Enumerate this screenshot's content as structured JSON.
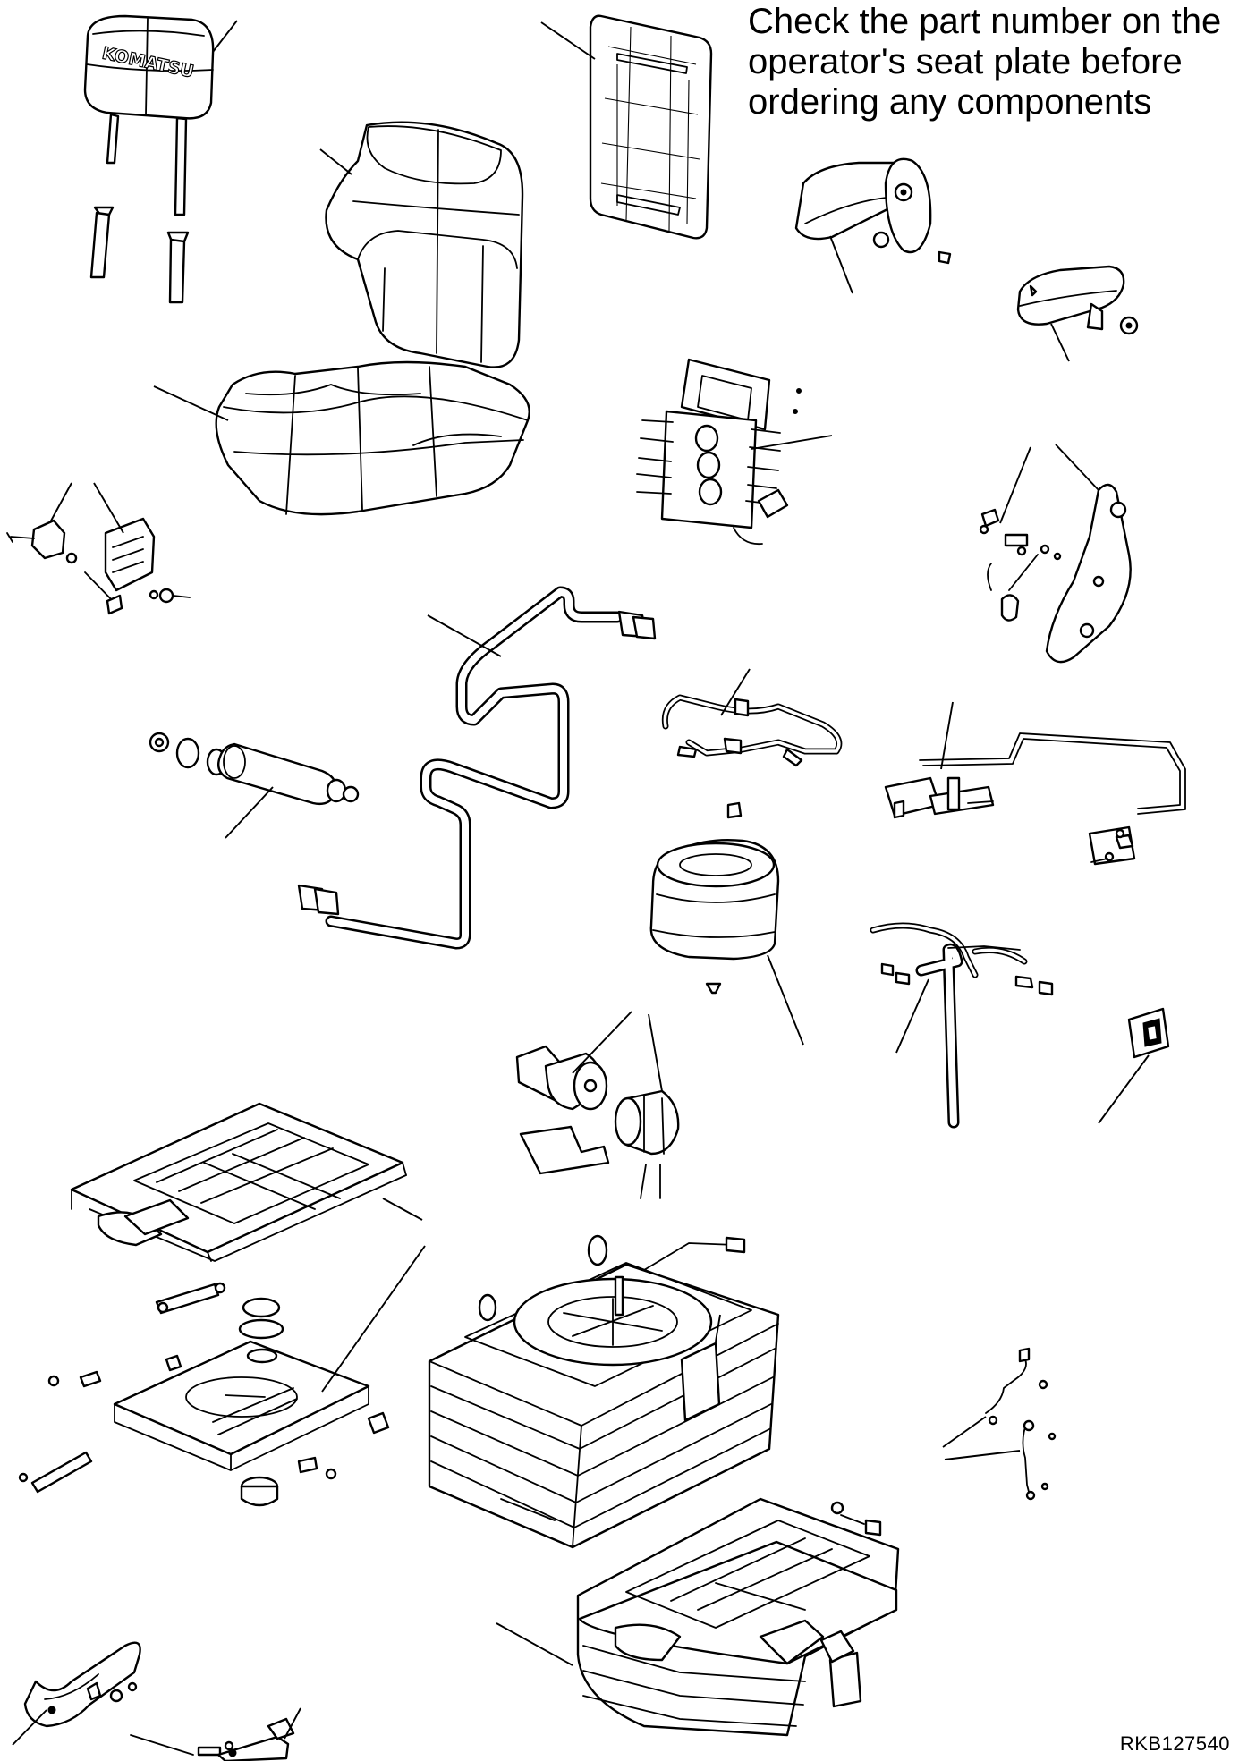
{
  "note": {
    "line1": "Check the part number on the",
    "line2": "operator's seat plate before",
    "line3": "ordering any components"
  },
  "headrest_logo": "KOMATSU",
  "figure_code": "RKB127540"
}
